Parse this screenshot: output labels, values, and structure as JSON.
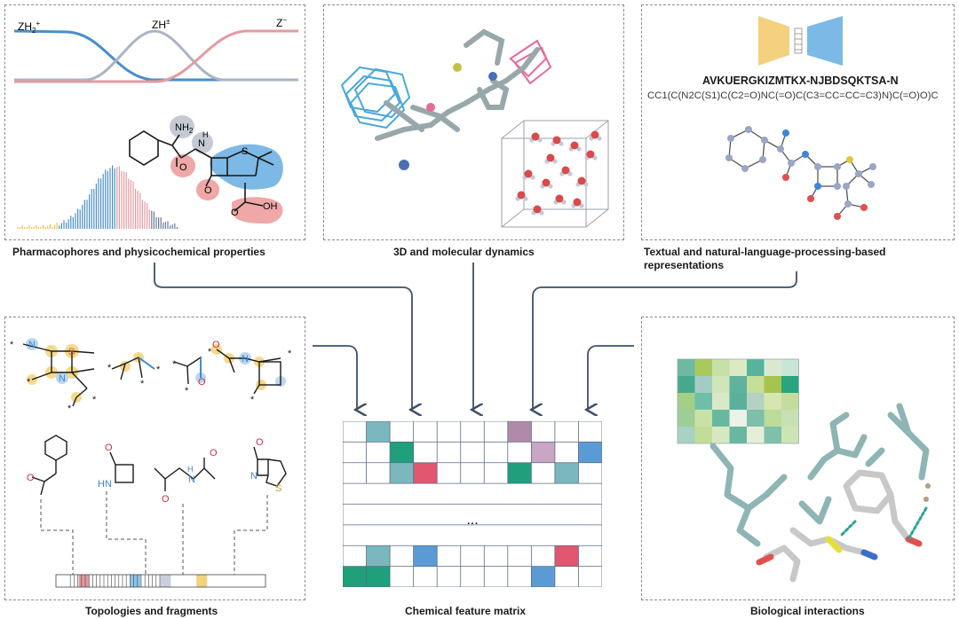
{
  "panels": {
    "pharmacophores": {
      "caption": "Pharmacophores and physicochemical  properties",
      "species_left": "ZH",
      "species_left_sub": "2",
      "species_left_sup": "+",
      "species_mid": "ZH",
      "species_mid_sup": "±",
      "species_right": "Z",
      "species_right_sup": "−",
      "atom_nh2": "NH",
      "atom_nh2_sub": "2",
      "atom_n": "N",
      "atom_h": "H",
      "atom_s": "S",
      "atom_o1": "O",
      "atom_o2": "O",
      "atom_o3": "O",
      "atom_oh": "OH"
    },
    "dynamics": {
      "caption": "3D and molecular dynamics"
    },
    "textual": {
      "caption_line1": "Textual and natural-language-processing-based",
      "caption_line2": "representations",
      "sequence": "AVKUERGKIZMTKX-NJBDSQKTSA-N",
      "smiles": "CC1(C(N2C(S1)C(C2=O)NC(=O)C(C3=CC=CC=C3)N)C(=O)O)C"
    },
    "topologies": {
      "caption": "Topologies and fragments",
      "atom_n1": "N",
      "atom_s1": "S",
      "atom_n2": "N",
      "atom_o_frag": "O",
      "atom_o_frag2": "O",
      "atom_n_frag": "N",
      "hn_label": "HN",
      "o_label": "O",
      "h_label": "H",
      "n_label": "N",
      "s_label": "S",
      "star": "*"
    },
    "matrix": {
      "caption": "Chemical feature matrix",
      "ellipsis": "..."
    },
    "biological": {
      "caption": "Biological interactions"
    }
  },
  "colors": {
    "teal_light": "#7ab8bd",
    "green": "#1fa07a",
    "red": "#e25670",
    "purple_dark": "#b08aa8",
    "purple_light": "#c9a6c4",
    "blue": "#5b9bd5",
    "arrow": "#3d5168",
    "curve_blue": "#4a8ec8",
    "curve_gray": "#aab4c4",
    "curve_red": "#e49aa0"
  },
  "matrix_cells": [
    {
      "row": 0,
      "col": 1,
      "color": "#7ab8bd"
    },
    {
      "row": 0,
      "col": 7,
      "color": "#b08aa8"
    },
    {
      "row": 1,
      "col": 2,
      "color": "#1fa07a"
    },
    {
      "row": 1,
      "col": 8,
      "color": "#c9a6c4"
    },
    {
      "row": 1,
      "col": 10,
      "color": "#5b9bd5"
    },
    {
      "row": 2,
      "col": 2,
      "color": "#7ab8bd"
    },
    {
      "row": 2,
      "col": 3,
      "color": "#e25670"
    },
    {
      "row": 2,
      "col": 7,
      "color": "#1fa07a"
    },
    {
      "row": 2,
      "col": 9,
      "color": "#7ab8bd"
    },
    {
      "row": 6,
      "col": 1,
      "color": "#7ab8bd"
    },
    {
      "row": 6,
      "col": 3,
      "color": "#5b9bd5"
    },
    {
      "row": 6,
      "col": 9,
      "color": "#e25670"
    },
    {
      "row": 7,
      "col": 0,
      "color": "#1fa07a"
    },
    {
      "row": 7,
      "col": 1,
      "color": "#1fa07a"
    },
    {
      "row": 7,
      "col": 8,
      "color": "#5b9bd5"
    }
  ],
  "heatmap_cells": [
    "#6fb8a2",
    "#a9c95d",
    "#c6e0a8",
    "#dde9c3",
    "#57b39c",
    "#dbe8d0",
    "#c9e5d6",
    "#47a98c",
    "#a3cdc4",
    "#d1e6b6",
    "#5fb29e",
    "#c5de9a",
    "#a6c34f",
    "#2aa37f",
    "#a3cf88",
    "#6fbfa7",
    "#d8e9c8",
    "#5ab09b",
    "#b4d2c2",
    "#d7e6b0",
    "#c4dc9e",
    "#9fcd96",
    "#c8e2a6",
    "#68b89f",
    "#ecf1e9",
    "#7dbfa9",
    "#bcdc97",
    "#c9e0b4",
    "#a9d1c4",
    "#c2dd98",
    "#d6e8c0",
    "#69b7a1",
    "#e5eed9",
    "#7fc0ab",
    "#cfe4b5"
  ],
  "fingerprint_bars": [
    {
      "index": 4,
      "color": "#e49aa0"
    },
    {
      "index": 21,
      "color": "#8ec3e6"
    },
    {
      "index": 31,
      "color": "#c9cfdc"
    },
    {
      "index": 43,
      "color": "#f1d27d"
    }
  ]
}
